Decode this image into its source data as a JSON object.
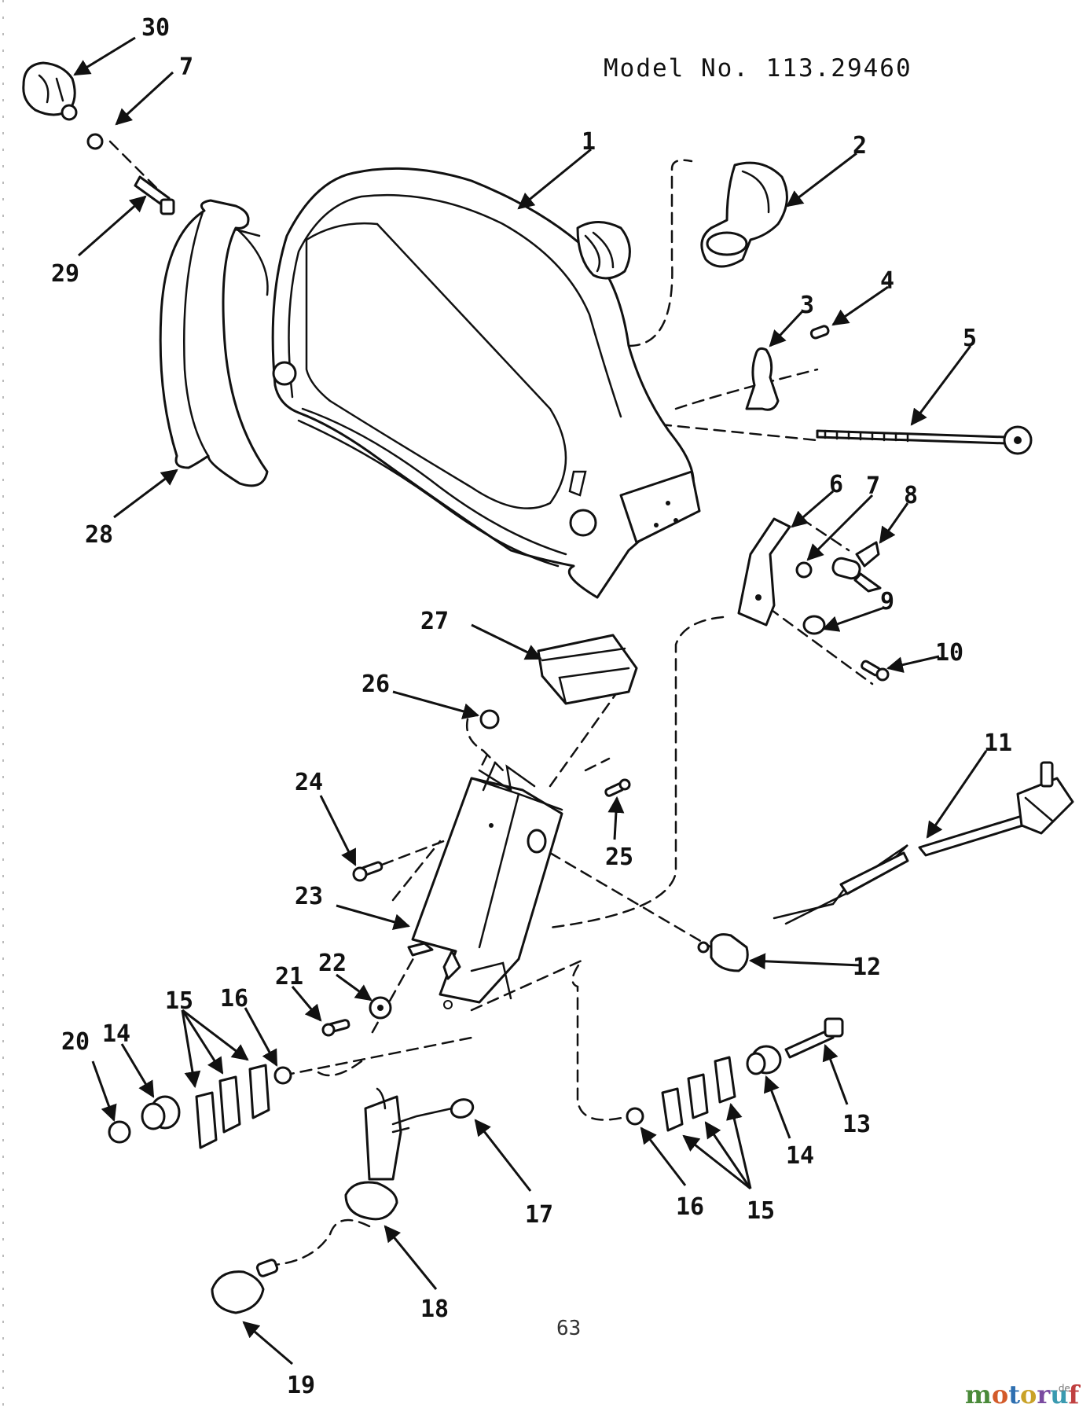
{
  "title": "Model No. 113.29460",
  "page_number": "63",
  "watermark": {
    "main": "motoruf",
    "suffix": ".de",
    "colors": [
      "#4a8a3a",
      "#d35b2a",
      "#2e6fb0",
      "#c9a227",
      "#7a4aa0",
      "#3a9ab0",
      "#c04040"
    ]
  },
  "callouts": [
    "30",
    "7",
    "1",
    "2",
    "3",
    "4",
    "5",
    "29",
    "28",
    "6",
    "7",
    "8",
    "9",
    "10",
    "27",
    "26",
    "24",
    "25",
    "11",
    "23",
    "12",
    "21",
    "22",
    "15",
    "16",
    "13",
    "20",
    "14",
    "14",
    "17",
    "16",
    "15",
    "18",
    "19"
  ]
}
